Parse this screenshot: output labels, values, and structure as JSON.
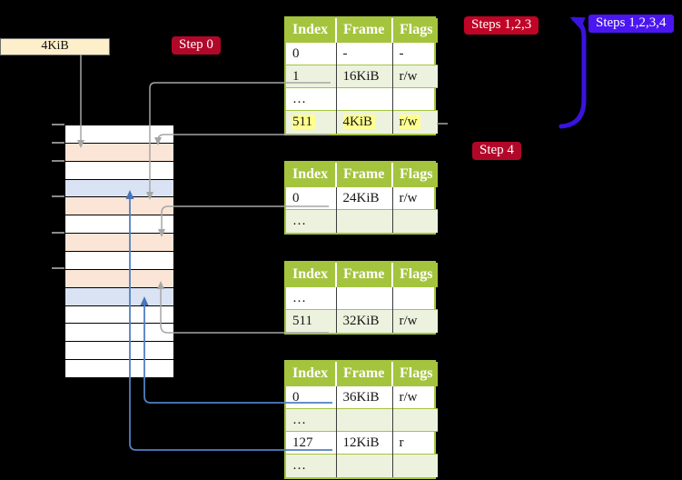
{
  "labels": {
    "page_size": "4KiB"
  },
  "badges": {
    "step0": "Step 0",
    "steps123": "Steps 1,2,3",
    "steps1234": "Steps 1,2,3,4",
    "step4": "Step 4"
  },
  "memory": {
    "rows": [
      "white",
      "peach",
      "white",
      "blue",
      "peach",
      "white",
      "peach",
      "white",
      "peach",
      "blue",
      "white",
      "white",
      "white",
      "white"
    ]
  },
  "tables": [
    {
      "id": "t1",
      "name": "page-table-top",
      "headers": [
        "Index",
        "Frame",
        "Flags"
      ],
      "rows": [
        {
          "cells": [
            "0",
            "-",
            "-"
          ],
          "shade": false,
          "highlight": false
        },
        {
          "cells": [
            "1",
            "16KiB",
            "r/w"
          ],
          "shade": true,
          "highlight": false
        },
        {
          "cells": [
            "…",
            "",
            ""
          ],
          "shade": false,
          "highlight": false
        },
        {
          "cells": [
            "511",
            "4KiB",
            "r/w"
          ],
          "shade": true,
          "highlight": true
        }
      ]
    },
    {
      "id": "t2",
      "name": "page-table-second",
      "headers": [
        "Index",
        "Frame",
        "Flags"
      ],
      "rows": [
        {
          "cells": [
            "0",
            "24KiB",
            "r/w"
          ],
          "shade": false,
          "highlight": false
        },
        {
          "cells": [
            "…",
            "",
            ""
          ],
          "shade": true,
          "highlight": false
        }
      ]
    },
    {
      "id": "t3",
      "name": "page-table-third",
      "headers": [
        "Index",
        "Frame",
        "Flags"
      ],
      "rows": [
        {
          "cells": [
            "…",
            "",
            ""
          ],
          "shade": false,
          "highlight": false
        },
        {
          "cells": [
            "511",
            "32KiB",
            "r/w"
          ],
          "shade": true,
          "highlight": false
        }
      ]
    },
    {
      "id": "t4",
      "name": "page-table-leaf",
      "headers": [
        "Index",
        "Frame",
        "Flags"
      ],
      "rows": [
        {
          "cells": [
            "0",
            "36KiB",
            "r/w"
          ],
          "shade": false,
          "highlight": false
        },
        {
          "cells": [
            "…",
            "",
            ""
          ],
          "shade": true,
          "highlight": false
        },
        {
          "cells": [
            "127",
            "12KiB",
            "r"
          ],
          "shade": false,
          "highlight": false
        },
        {
          "cells": [
            "…",
            "",
            ""
          ],
          "shade": true,
          "highlight": false
        }
      ]
    }
  ],
  "colors": {
    "green": "#a5c43e",
    "pale": "#edf2de",
    "hl": "#ffff8f",
    "peach": "#fbe5d6",
    "lblue": "#dae3f3",
    "cream": "#fcefca",
    "badgeRed": "#c00426",
    "badgeDarkRed": "#b1082a",
    "badgeBlue": "#4b16f2",
    "arrowGray": "#a6a6a6",
    "arrowBlue": "#5080c2",
    "arrowIndigo": "#3a13df"
  }
}
